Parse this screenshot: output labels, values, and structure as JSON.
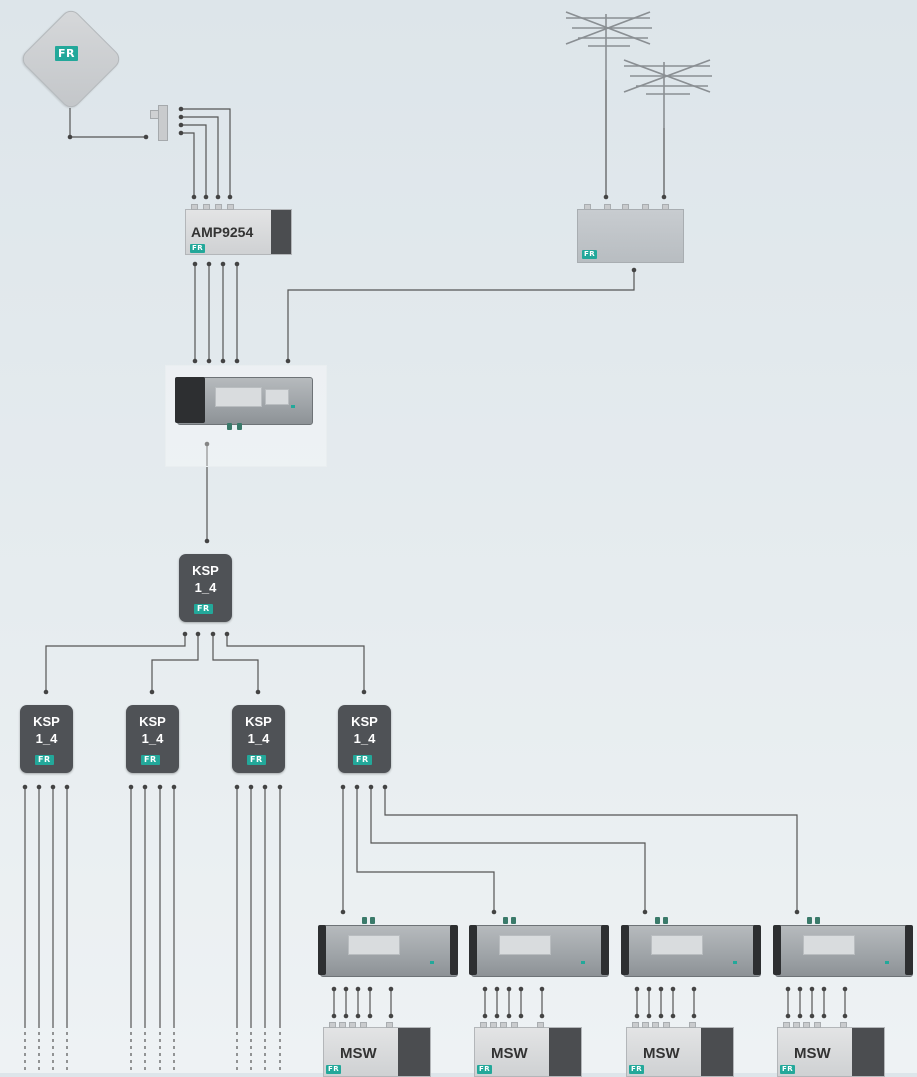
{
  "brand_badge": "FR",
  "amplifier": {
    "label": "AMP9254"
  },
  "ksp_root": {
    "line1": "KSP",
    "line2": "1_4"
  },
  "ksp_level2": [
    {
      "line1": "KSP",
      "line2": "1_4"
    },
    {
      "line1": "KSP",
      "line2": "1_4"
    },
    {
      "line1": "KSP",
      "line2": "1_4"
    },
    {
      "line1": "KSP",
      "line2": "1_4"
    }
  ],
  "msw_units": [
    {
      "label": "MSW"
    },
    {
      "label": "MSW"
    },
    {
      "label": "MSW"
    },
    {
      "label": "MSW"
    }
  ],
  "colors": {
    "accent": "#23a89a",
    "wire": "#555555",
    "dark_block": "#4f5256"
  },
  "icons": [
    "satellite-dish-icon",
    "lnb-icon",
    "yagi-antenna-icon",
    "multiswitch-icon"
  ]
}
